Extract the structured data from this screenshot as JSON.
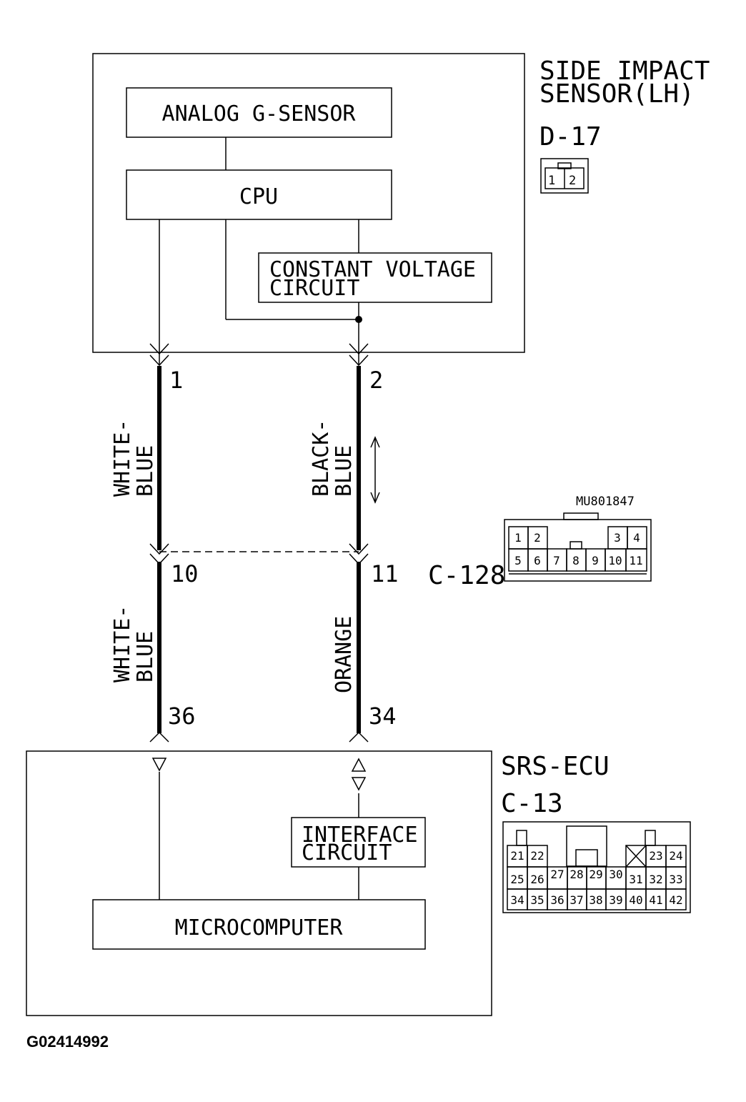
{
  "sensor_unit": {
    "name_line1": "SIDE IMPACT",
    "name_line2": "SENSOR(LH)",
    "connector_id": "D-17",
    "connector_pins": [
      "1",
      "2"
    ],
    "blocks": {
      "g_sensor": "ANALOG G-SENSOR",
      "cpu": "CPU",
      "cvc_line1": "CONSTANT VOLTAGE",
      "cvc_line2": "CIRCUIT"
    }
  },
  "wires": {
    "left": {
      "pin_top": "1",
      "color_top_line1": "WHITE-",
      "color_top_line2": "BLUE",
      "pin_mid": "10",
      "color_bottom_line1": "WHITE-",
      "color_bottom_line2": "BLUE",
      "pin_bottom": "36"
    },
    "right": {
      "pin_top": "2",
      "color_top_line1": "BLACK-",
      "color_top_line2": "BLUE",
      "pin_mid": "11",
      "color_bottom": "ORANGE",
      "pin_bottom": "34"
    }
  },
  "intermediate_connector": {
    "id": "C-128",
    "part_number": "MU801847",
    "top_row": [
      "1",
      "2",
      "3",
      "4"
    ],
    "bottom_row": [
      "5",
      "6",
      "7",
      "8",
      "9",
      "10",
      "11"
    ]
  },
  "ecu": {
    "name": "SRS-ECU",
    "connector_id": "C-13",
    "blocks": {
      "interface_line1": "INTERFACE",
      "interface_line2": "CIRCUIT",
      "microcomputer": "MICROCOMPUTER"
    },
    "connector_row1": [
      "21",
      "22",
      "23",
      "24"
    ],
    "connector_row2": [
      "25",
      "26",
      "27",
      "28",
      "29",
      "30",
      "31",
      "32",
      "33"
    ],
    "connector_row3": [
      "34",
      "35",
      "36",
      "37",
      "38",
      "39",
      "40",
      "41",
      "42"
    ]
  },
  "figure_id": "G02414992"
}
